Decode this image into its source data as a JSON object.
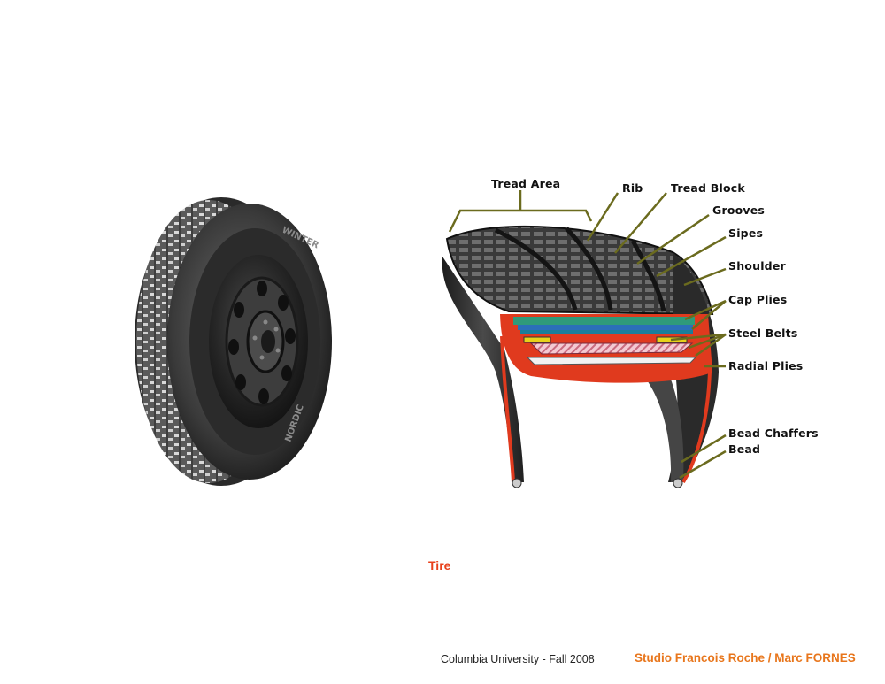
{
  "diagram": {
    "labels": {
      "tread_area": "Tread Area",
      "rib": "Rib",
      "tread_block": "Tread Block",
      "grooves": "Grooves",
      "sipes": "Sipes",
      "shoulder": "Shoulder",
      "cap_plies": "Cap Plies",
      "steel_belts": "Steel Belts",
      "radial_plies": "Radial Plies",
      "bead_chaffers": "Bead Chaffers",
      "bead": "Bead"
    },
    "tire_sidewall_text": [
      "WINTER",
      "NORDIC"
    ],
    "caption": "Tire"
  },
  "footer": {
    "left": "Columbia University - Fall 2008",
    "right": "Studio Francois Roche / Marc FORNES"
  },
  "colors": {
    "caption": "#e8411c",
    "footer_right": "#e8761c",
    "leader_lines": "#6b6b1e",
    "inner_liner": "#e03a1e",
    "cap_ply_green": "#2f9a7a",
    "steel_belt_blue": "#2b6fb8",
    "bead_strip_yellow": "#e8d21a",
    "radial_ply_pink": "#f0b8c4"
  }
}
